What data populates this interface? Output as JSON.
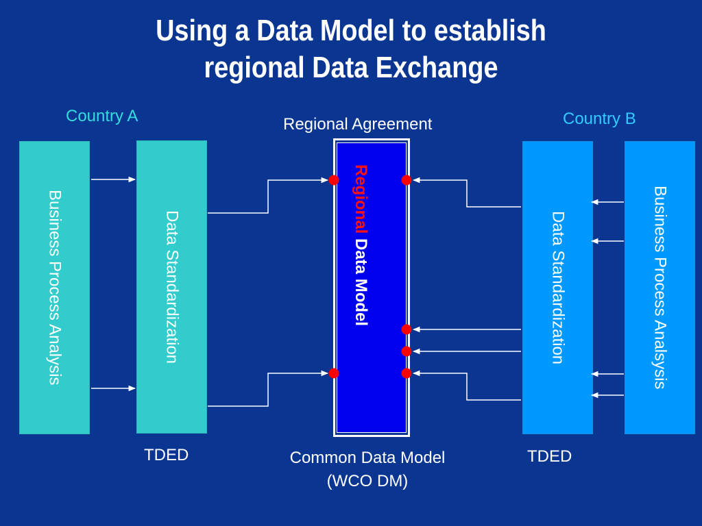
{
  "title": {
    "line1": "Using a Data Model to establish",
    "line2": "regional Data Exchange"
  },
  "labels": {
    "country_a": "Country A",
    "country_b": "Country B",
    "regional_agreement": "Regional Agreement",
    "tded_left": "TDED",
    "tded_right": "TDED",
    "common_model_line1": "Common Data Model",
    "common_model_line2": "(WCO DM)"
  },
  "boxes": {
    "bpa_left": "Business Process Analysis",
    "ds_left": "Data Standardization",
    "ds_right": "Data Standardization",
    "bpa_right": "Business Process Analsysis",
    "center_regional": "Regional",
    "center_data_model": "Data Model"
  },
  "colors": {
    "background": "#0a3692",
    "teal": "#33cccc",
    "sky_blue": "#0099ff",
    "center_blue": "#0000ee",
    "connector_red": "#ff0000"
  }
}
